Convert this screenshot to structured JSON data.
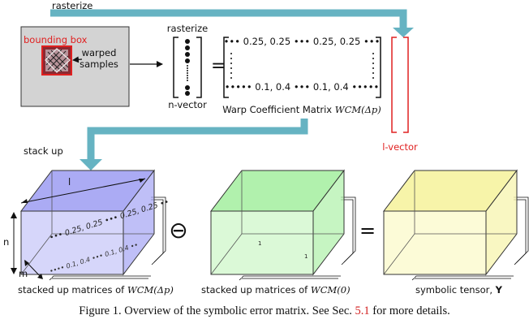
{
  "top": {
    "rasterize_left": "rasterize",
    "rasterize_mid": "rasterize",
    "bounding_box": "bounding box",
    "warped_samples": [
      "warped",
      "samples"
    ],
    "n_vector": "n-vector",
    "equals": "=",
    "matrix_row1": "••• 0.25, 0.25 ••• 0.25, 0.25 •••",
    "matrix_row2": "••••• 0.1, 0.4 ••• 0.1, 0.4 •••••",
    "wcm_label": "Warp Coefficient Matrix",
    "wcm_math": "WCM(Δp)",
    "l_vector": "l-vector",
    "stack_up": "stack up"
  },
  "bottom": {
    "dim_l": "l",
    "dim_n": "n",
    "dim_m": "m",
    "box1_row1": "••• 0.25, 0.25 ••• 0.25, 0.25 ••",
    "box1_row2": "•••• 0.1, 0.4 ••• 0.1, 0.4 ••",
    "box2_one_a": "1",
    "box2_one_b": "1",
    "ominus": "⊖",
    "equals": "=",
    "label1_text": "stacked up matrices of",
    "label1_math": "WCM(Δp)",
    "label2_text": "stacked up matrices of",
    "label2_math": "WCM(0)",
    "label3_text": "symbolic tensor,",
    "label3_math": "Y"
  },
  "caption": {
    "prefix": "Figure 1. Overview of the symbolic error matrix. See Sec.",
    "ref": "5.1",
    "suffix": "for more details."
  },
  "colors": {
    "teal": "#66b3c2",
    "red": "#e02020",
    "gray_panel": "#d3d3d3",
    "blue_box": "#9c9cf2",
    "green_box": "#a3ee9f",
    "yellow_box": "#f6f3a0"
  }
}
